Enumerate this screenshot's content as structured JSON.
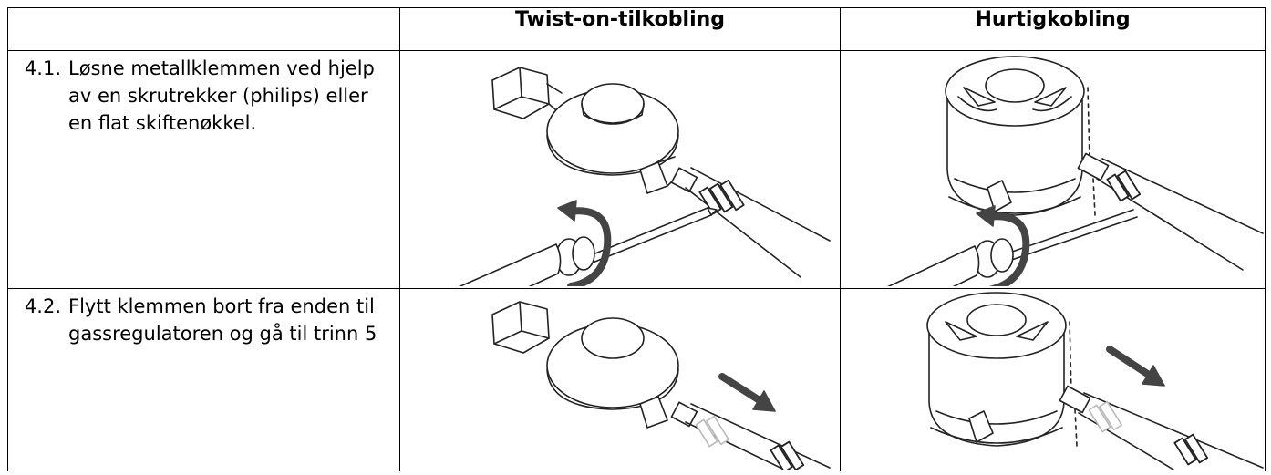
{
  "header": {
    "blank": "",
    "col_twist": "Twist-on-tilkobling",
    "col_quick": "Hurtigkobling"
  },
  "steps": [
    {
      "number": "4.1.",
      "text": "Løsne metallklemmen ved hjelp av en skrutrekker (philips) eller en flat skiftenøkkel."
    },
    {
      "number": "4.2.",
      "text": "Flytt klemmen bort fra enden til gassregulatoren og gå til trinn 5"
    }
  ],
  "illustrations": {
    "r1_twist": "twist-on-regulator-screwdriver-illustration",
    "r1_quick": "quick-coupling-regulator-screwdriver-illustration",
    "r2_twist": "twist-on-regulator-move-clamp-illustration",
    "r2_quick": "quick-coupling-regulator-move-clamp-illustration"
  }
}
